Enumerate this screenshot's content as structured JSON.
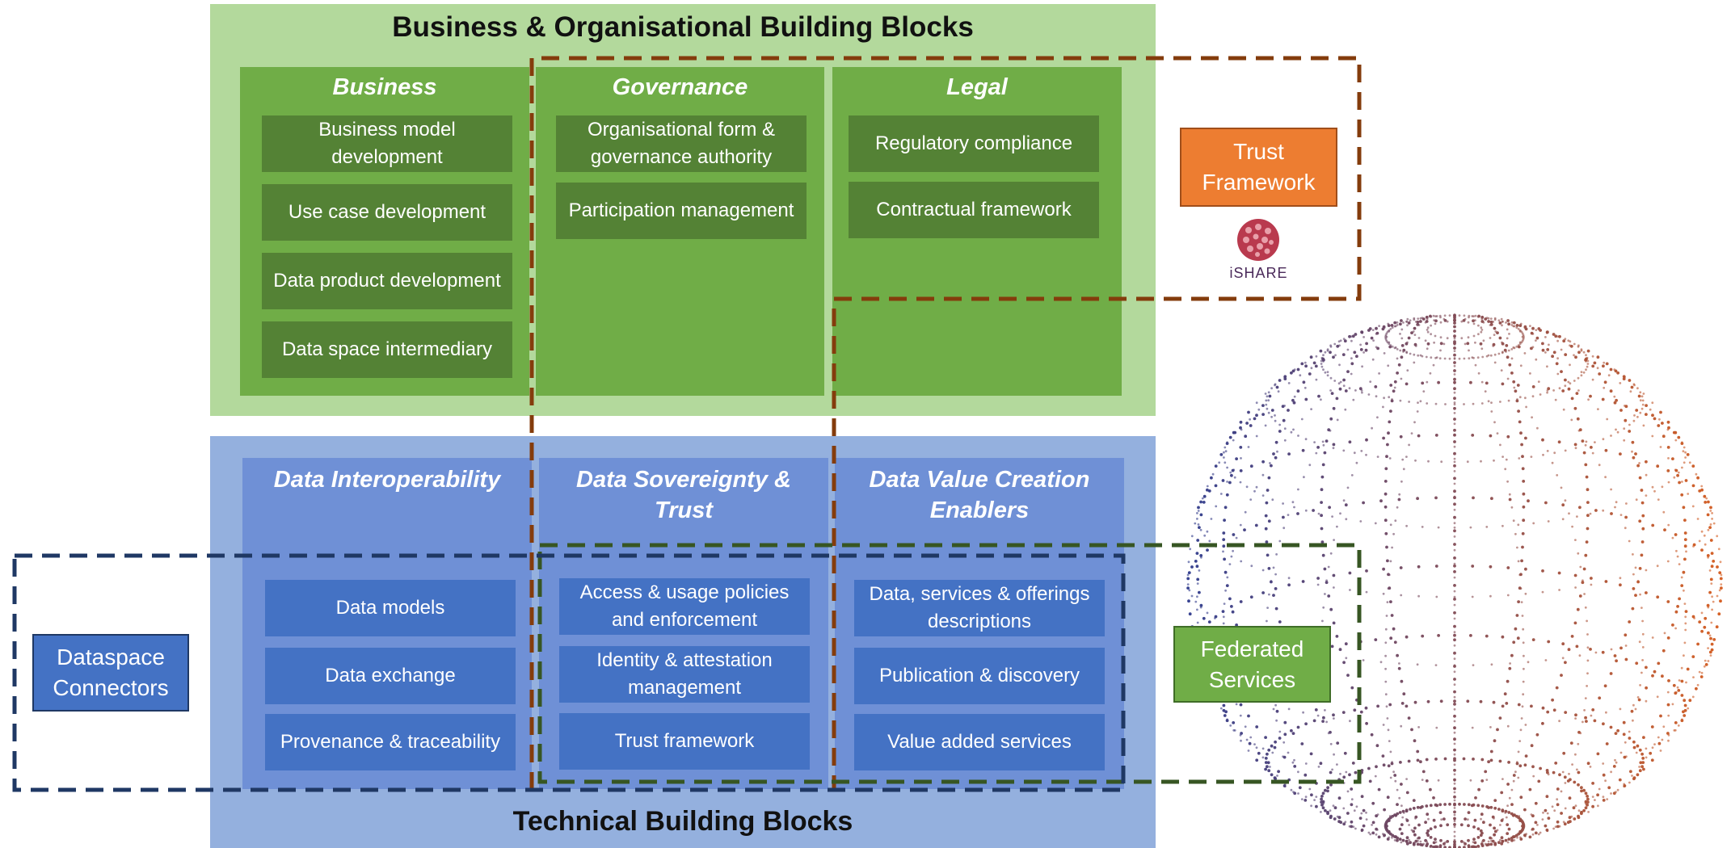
{
  "business": {
    "title": "Business & Organisational Building Blocks",
    "columns": [
      {
        "heading": "Business",
        "items": [
          "Business model development",
          "Use case development",
          "Data product development",
          "Data space intermediary"
        ]
      },
      {
        "heading": "Governance",
        "items": [
          "Organisational form & governance authority",
          "Participation management"
        ]
      },
      {
        "heading": "Legal",
        "items": [
          "Regulatory compliance",
          "Contractual framework"
        ]
      }
    ]
  },
  "technical": {
    "title": "Technical Building Blocks",
    "columns": [
      {
        "heading": "Data Interoperability",
        "items": [
          "Data models",
          "Data exchange",
          "Provenance & traceability"
        ]
      },
      {
        "heading": "Data Sovereignty & Trust",
        "items": [
          "Access & usage policies and enforcement",
          "Identity & attestation management",
          "Trust framework"
        ]
      },
      {
        "heading": "Data Value Creation Enablers",
        "items": [
          "Data, services & offerings descriptions",
          "Publication & discovery",
          "Value added services"
        ]
      }
    ]
  },
  "overlays": {
    "trust_framework": "Trust Framework",
    "federated_services": "Federated Services",
    "dataspace_connectors": "Dataspace Connectors",
    "ishare_logo_text": "iSHARE"
  },
  "colors": {
    "business_bg": "#b3d99c",
    "business_column": "#70ad47",
    "business_item": "#548235",
    "technical_bg": "#94b0de",
    "technical_column": "#6f90d6",
    "technical_item": "#4472c4",
    "trust_framework_box": "#ed7d31",
    "trust_framework_border": "#843c0c",
    "federated_border": "#375623",
    "connectors_border": "#1f3864",
    "globe_left": "#2e3a8c",
    "globe_right": "#d45a1c"
  }
}
